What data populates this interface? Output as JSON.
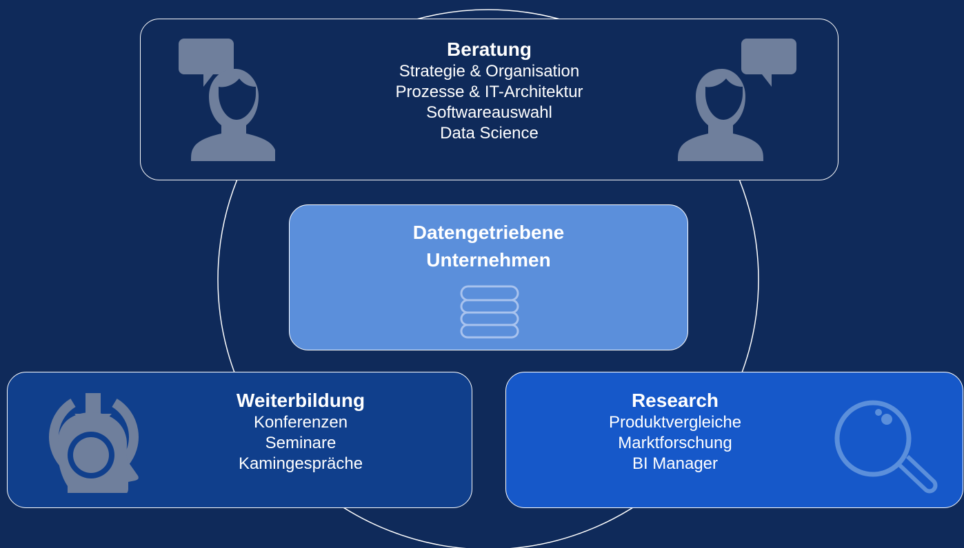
{
  "beratung": {
    "title": "Beratung",
    "items": [
      "Strategie & Organisation",
      "Prozesse & IT-Architektur",
      "Softwareauswahl",
      "Data Science"
    ],
    "icons": [
      "person-speech-icon",
      "person-speech-icon"
    ]
  },
  "center": {
    "title_line1": "Datengetriebene",
    "title_line2": "Unternehmen",
    "icon": "database-icon"
  },
  "weiterbildung": {
    "title": "Weiterbildung",
    "items": [
      "Konferenzen",
      "Seminare",
      "Kamingespräche"
    ],
    "icon": "head-download-icon"
  },
  "research": {
    "title": "Research",
    "items": [
      "Produktvergleiche",
      "Marktforschung",
      "BI Manager"
    ],
    "icon": "magnifier-icon"
  },
  "colors": {
    "background": "#0f2a5a",
    "center_box": "#5b8fdb",
    "weiterbildung_box": "#103f8c",
    "research_box": "#1658c9",
    "icon_gray": "#6f7f9c"
  }
}
